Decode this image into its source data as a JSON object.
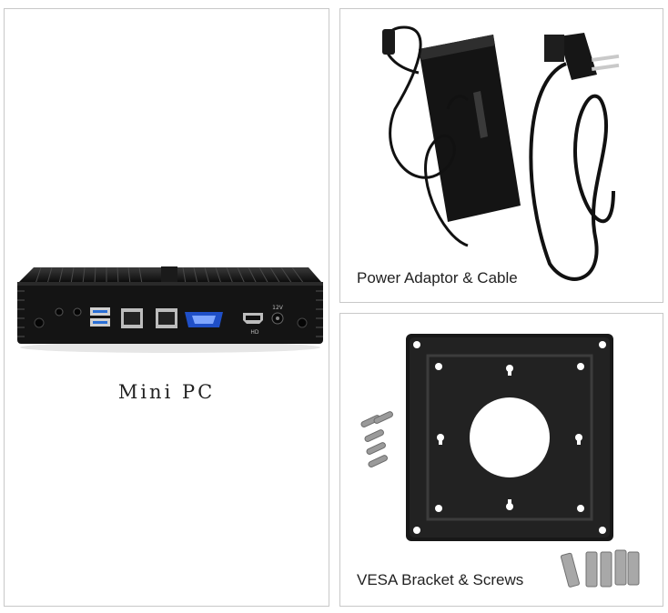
{
  "panels": {
    "mini_pc": {
      "caption": "Mini PC"
    },
    "power": {
      "caption": "Power Adaptor & Cable"
    },
    "vesa": {
      "caption": "VESA Bracket & Screws"
    }
  },
  "port_labels": {
    "dc": "12V",
    "hdmi": "HD"
  }
}
